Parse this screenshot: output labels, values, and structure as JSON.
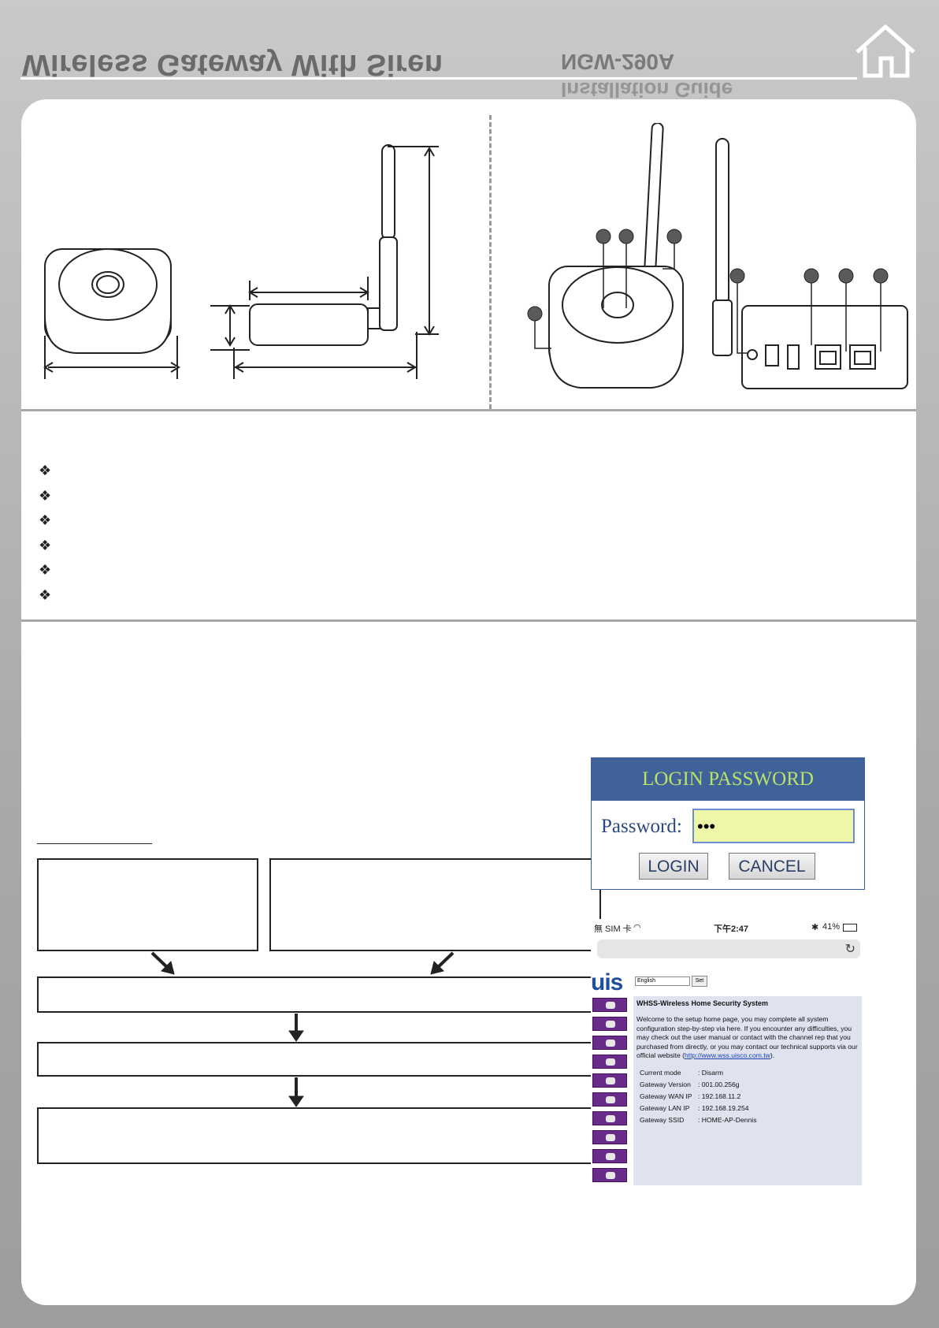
{
  "header": {
    "title": "Wireless Gateway With Siren",
    "model": "NGW-290A",
    "subtitle": "Installation Guide"
  },
  "icons": {
    "home": "home-icon",
    "bullet": "diamond-bullet-icon",
    "refresh": "refresh-icon"
  },
  "features": {
    "bullets": [
      "",
      "",
      "",
      "",
      "",
      ""
    ]
  },
  "login": {
    "title": "LOGIN PASSWORD",
    "password_label": "Password:",
    "password_value": "•••",
    "login_button": "LOGIN",
    "cancel_button": "CANCEL"
  },
  "phone": {
    "status": {
      "carrier": "無 SIM 卡",
      "time": "下午2:47",
      "battery": "41%"
    },
    "logo": "uis",
    "language": "English",
    "set_button": "Set",
    "page_title": "WHSS-Wireless Home Security System",
    "welcome_text": "Welcome to the setup home page, you may complete all system configuration step-by-step via here. If you encounter any difficulties, you may check out the user manual or contact with the channel rep that you purchased from directly, or you may contact our technical supports via our official website (",
    "website_link": "http://www.wss.uisco.com.tw",
    "welcome_end": ").",
    "info": [
      {
        "label": "Current mode",
        "value": ": Disarm"
      },
      {
        "label": "Gateway Version",
        "value": ": 001.00.256g"
      },
      {
        "label": "Gateway WAN IP",
        "value": ": 192.168.11.2"
      },
      {
        "label": "Gateway LAN IP",
        "value": ": 192.168.19.254"
      },
      {
        "label": "Gateway SSID",
        "value": ": HOME-AP-Dennis"
      }
    ]
  },
  "colors": {
    "login_header": "#3e6299",
    "login_title": "#b9e26a",
    "menu_purple": "#6a2c8a",
    "content_bg": "#dfe3ef"
  }
}
